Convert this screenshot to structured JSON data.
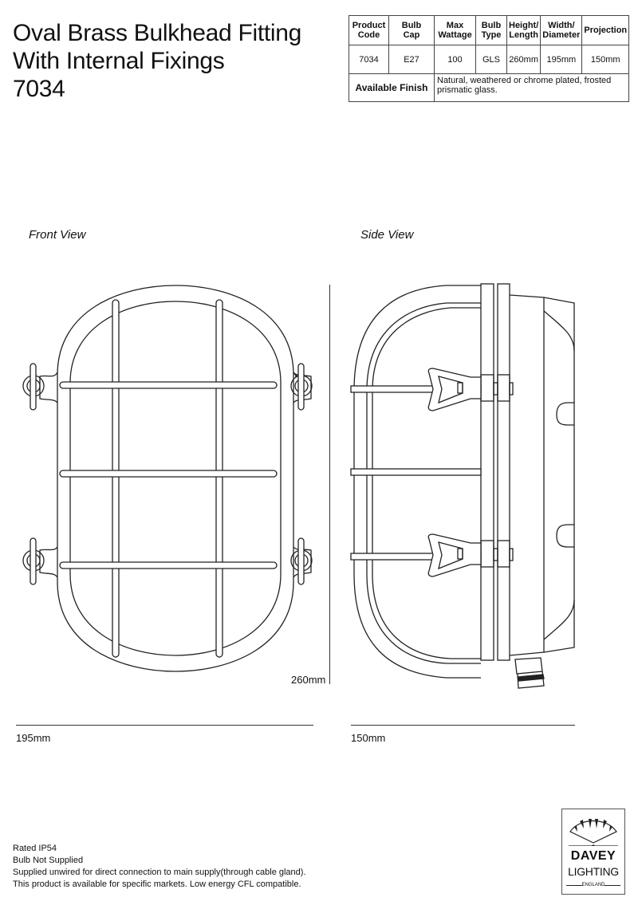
{
  "header": {
    "title_lines": [
      "Oval Brass Bulkhead Fitting",
      "With Internal Fixings",
      "7034"
    ]
  },
  "spec_table": {
    "headers": [
      [
        "Product",
        "Code"
      ],
      [
        "Bulb",
        "Cap"
      ],
      [
        "Max",
        "Wattage"
      ],
      [
        "Bulb",
        "Type"
      ],
      [
        "Height/",
        "Length"
      ],
      [
        "Width/",
        "Diameter"
      ],
      [
        "Projection"
      ]
    ],
    "row": [
      "7034",
      "E27",
      "100",
      "GLS",
      "260mm",
      "195mm",
      "150mm"
    ],
    "finish_label": "Available Finish",
    "finish_value": "Natural, weathered or chrome plated, frosted prismatic glass."
  },
  "drawings": {
    "front_view_label": "Front View",
    "side_view_label": "Side View",
    "height_dimension": "260mm",
    "width_dimension": "195mm",
    "projection_dimension": "150mm"
  },
  "notes": [
    "Rated IP54",
    "Bulb Not Supplied",
    "Supplied unwired for direct connection to main supply(through cable gland).",
    "This product is available for specific markets. Low energy CFL compatible."
  ],
  "logo": {
    "line1": "DAVEY",
    "line2": "LIGHTING",
    "line3": "ENGLAND"
  }
}
